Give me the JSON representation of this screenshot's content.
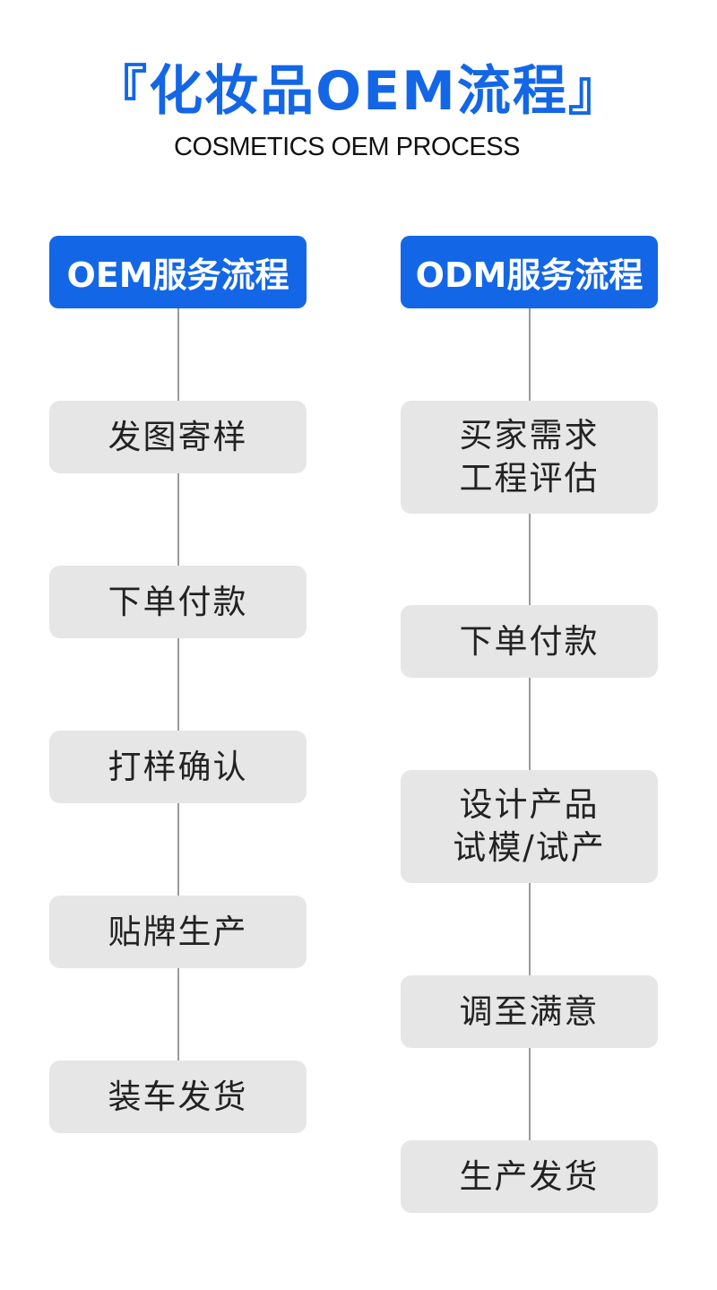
{
  "title": "『化妆品OEM流程』",
  "subtitle": "COSMETICS OEM PROCESS",
  "colors": {
    "accent": "#1367e6",
    "step_bg": "#e6e6e6",
    "connector": "#9a9a9a"
  },
  "oem": {
    "header": "OEM服务流程",
    "steps": [
      "发图寄样",
      "下单付款",
      "打样确认",
      "贴牌生产",
      "装车发货"
    ]
  },
  "odm": {
    "header": "ODM服务流程",
    "steps": [
      [
        "买家需求",
        "工程评估"
      ],
      [
        "下单付款"
      ],
      [
        "设计产品",
        "试模/试产"
      ],
      [
        "调至满意"
      ],
      [
        "生产发货"
      ]
    ]
  }
}
